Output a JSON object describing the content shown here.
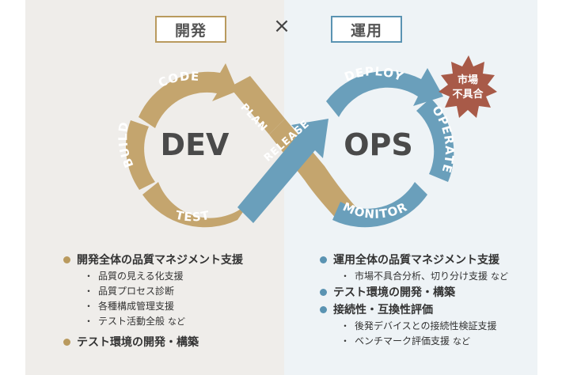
{
  "header": {
    "dev_label": "開発",
    "cross_symbol": "×",
    "ops_label": "運用"
  },
  "diagram": {
    "dev_center": "DEV",
    "ops_center": "OPS",
    "stages": {
      "code": "CODE",
      "build": "BUILD",
      "test": "TEST",
      "plan": "PLAN",
      "release": "RELEASE",
      "deploy": "DEPLOY",
      "operate": "OPERATE",
      "monitor": "MONITOR"
    },
    "badge_line1": "市場",
    "badge_line2": "不具合",
    "colors": {
      "dev": "#c4a56e",
      "ops": "#6a9fbb",
      "badge": "#a85a48",
      "center_text": "#4a4a4a"
    }
  },
  "dev_list": {
    "item1": "開発全体の品質マネジメント支援",
    "item1_subs": [
      {
        "text": "品質の見える化支援",
        "suffix": ""
      },
      {
        "text": "品質プロセス診断",
        "suffix": ""
      },
      {
        "text": "各種構成管理支援",
        "suffix": ""
      },
      {
        "text": "テスト活動全般",
        "suffix": "など"
      }
    ],
    "item2": "テスト環境の開発・構築"
  },
  "ops_list": {
    "item1": "運用全体の品質マネジメント支援",
    "item1_subs": [
      {
        "text": "市場不具合分析、切り分け支援",
        "suffix": "など"
      }
    ],
    "item2": "テスト環境の開発・構築",
    "item3": "接続性・互換性評価",
    "item3_subs": [
      {
        "text": "後発デバイスとの接続性検証支援",
        "suffix": ""
      },
      {
        "text": "ベンチマーク評価支援",
        "suffix": "など"
      }
    ]
  },
  "bullet_mark": "・"
}
